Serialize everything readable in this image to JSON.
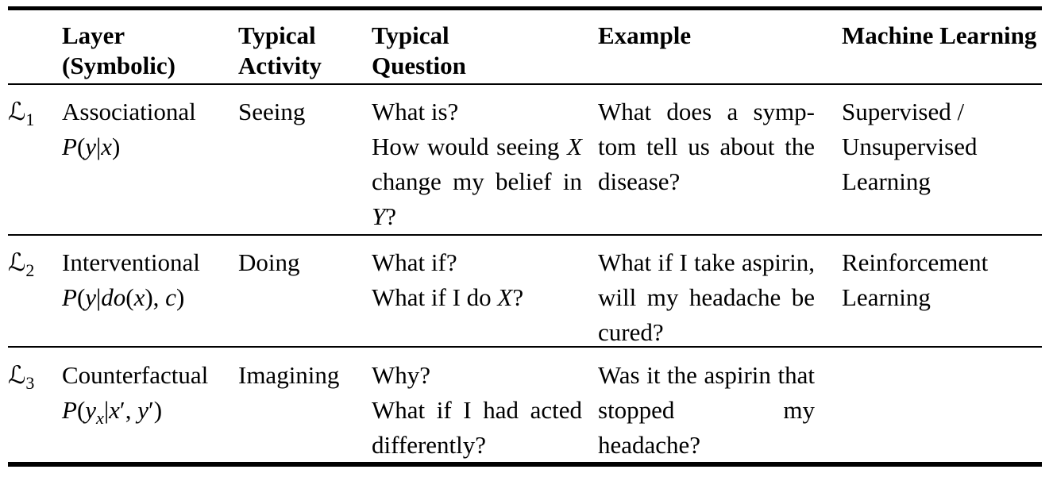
{
  "table": {
    "header": {
      "symbol": "",
      "layer": [
        "Layer",
        "(Symbolic)"
      ],
      "activity": [
        "Typical",
        "Activity"
      ],
      "question": [
        "Typical",
        "Question"
      ],
      "example": [
        "Example"
      ],
      "machine_learning": [
        "Machine Learning"
      ]
    },
    "rows": [
      {
        "symbol": "ℒ",
        "symbol_sub": "1",
        "layer_name": "Associational",
        "layer_formula": "P(y|x)",
        "activity": "Seeing",
        "questions": [
          "What is?",
          "How would seeing X change my belief in Y?"
        ],
        "example": "What does a symp­tom tell us about the disease?",
        "machine_learning": "Supervised / Unsupervised Learning"
      },
      {
        "symbol": "ℒ",
        "symbol_sub": "2",
        "layer_name": "Interventional",
        "layer_formula": "P(y|do(x), c)",
        "activity": "Doing",
        "questions": [
          "What if?",
          "What if I do X?"
        ],
        "example": "What if I take aspirin, will my headache be cured?",
        "machine_learning": "Reinforcement Learning"
      },
      {
        "symbol": "ℒ",
        "symbol_sub": "3",
        "layer_name": "Counterfactual",
        "layer_formula": "P(y_x|x′, y′)",
        "activity": "Imagining",
        "questions": [
          "Why?",
          "What if I had acted differently?"
        ],
        "example": "Was it the aspirin that stopped my headache?",
        "machine_learning": ""
      }
    ]
  },
  "colors": {
    "text": "#000000",
    "rule": "#000000",
    "background": "#ffffff"
  }
}
